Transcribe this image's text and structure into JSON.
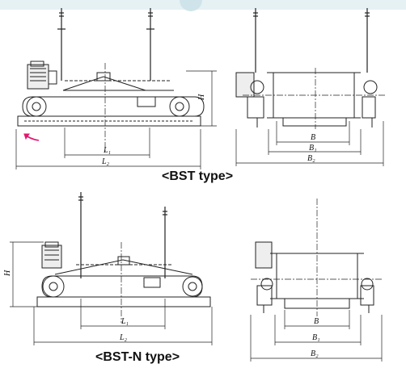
{
  "captions": {
    "bst": "<BST type>",
    "bstn": "<BST-N type>"
  },
  "labels": {
    "H": "H",
    "L1": "L₁",
    "L2": "L₂",
    "B": "B",
    "B1": "B₁",
    "B2": "B₂"
  },
  "colors": {
    "line": "#222222",
    "arrow": "#e0196e",
    "banner": "#e6f1f4"
  }
}
